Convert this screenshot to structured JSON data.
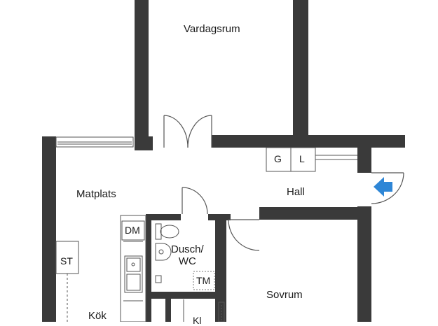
{
  "rooms": {
    "vardagsrum": "Vardagsrum",
    "matplats": "Matplats",
    "hall": "Hall",
    "dusch_wc": "Dusch/\nWC",
    "sovrum": "Sovrum",
    "kok": "Kök"
  },
  "fixtures": {
    "g": "G",
    "l": "L",
    "dm": "DM",
    "st": "ST",
    "tm": "TM",
    "kl": "Kl"
  },
  "icons": {
    "entrance": "entrance-arrow-icon"
  },
  "colors": {
    "wall": "#3a3a3a",
    "line": "#555555",
    "entrance_arrow": "#2e86d6"
  }
}
